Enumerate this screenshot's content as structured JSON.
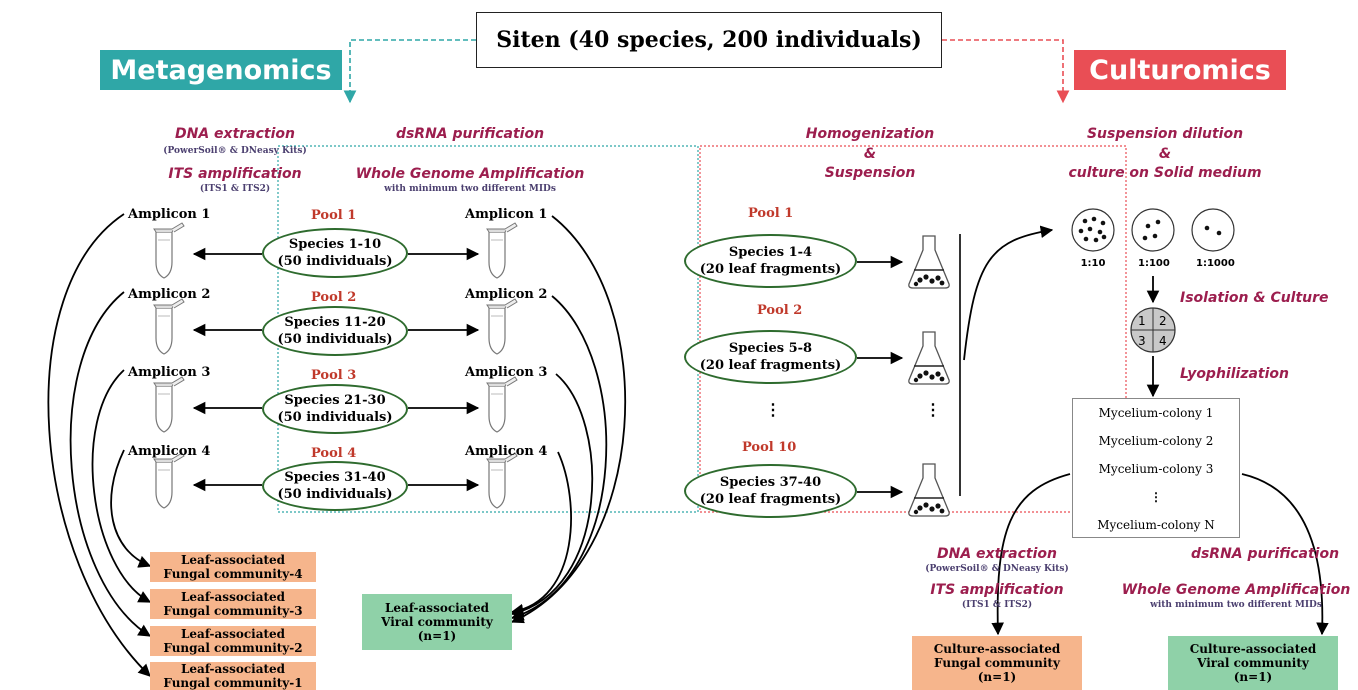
{
  "header": {
    "title": "Siten (40 species, 200 individuals)"
  },
  "banners": {
    "metagenomics": "Metagenomics",
    "culturomics": "Culturomics"
  },
  "metagenomics": {
    "dna_extraction": "DNA extraction",
    "dna_kits": "(PowerSoil® & DNeasy Kits)",
    "its_amplification": "ITS amplification",
    "its_regions": "(ITS1 & ITS2)",
    "dsrna_purification": "dsRNA purification",
    "wga": "Whole Genome Amplification",
    "wga_sub": "with minimum two different MIDs",
    "left_amplicons": [
      "Amplicon 1",
      "Amplicon 2",
      "Amplicon 3",
      "Amplicon 4"
    ],
    "right_amplicons": [
      "Amplicon 1",
      "Amplicon 2",
      "Amplicon 3",
      "Amplicon 4"
    ],
    "pools": [
      {
        "label": "Pool 1",
        "species": "Species 1-10",
        "count": "(50 individuals)"
      },
      {
        "label": "Pool 2",
        "species": "Species 11-20",
        "count": "(50 individuals)"
      },
      {
        "label": "Pool 3",
        "species": "Species 21-30",
        "count": "(50 individuals)"
      },
      {
        "label": "Pool 4",
        "species": "Species 31-40",
        "count": "(50 individuals)"
      }
    ],
    "fungal_communities": [
      {
        "l1": "Leaf-associated",
        "l2": "Fungal community-4"
      },
      {
        "l1": "Leaf-associated",
        "l2": "Fungal community-3"
      },
      {
        "l1": "Leaf-associated",
        "l2": "Fungal community-2"
      },
      {
        "l1": "Leaf-associated",
        "l2": "Fungal community-1"
      }
    ],
    "viral_community": {
      "l1": "Leaf-associated",
      "l2": "Viral community",
      "l3": "(n=1)"
    }
  },
  "culturomics": {
    "homogenization": "Homogenization",
    "amp": "&",
    "suspension": "Suspension",
    "suspension_dilution": "Suspension dilution",
    "culture_solid": "culture on Solid medium",
    "pools": [
      {
        "label": "Pool 1",
        "species": "Species 1-4",
        "count": "(20 leaf fragments)"
      },
      {
        "label": "Pool 2",
        "species": "Species 5-8",
        "count": "(20 leaf fragments)"
      },
      {
        "label": "Pool 10",
        "species": "Species 37-40",
        "count": "(20 leaf fragments)"
      }
    ],
    "ellipsis": "⋮",
    "dilutions": [
      "1:10",
      "1:100",
      "1:1000"
    ],
    "isolation": "Isolation & Culture",
    "quadrants": [
      "1",
      "2",
      "3",
      "4"
    ],
    "lyophilization": "Lyophilization",
    "colonies": [
      "Mycelium-colony 1",
      "Mycelium-colony 2",
      "Mycelium-colony 3",
      "⋮",
      "Mycelium-colony N"
    ],
    "dna_extraction": "DNA extraction",
    "dna_kits": "(PowerSoil® & DNeasy Kits)",
    "its_amplification": "ITS amplification",
    "its_regions": "(ITS1 & ITS2)",
    "dsrna_purification": "dsRNA purification",
    "wga": "Whole Genome Amplification",
    "wga_sub": "with minimum two different MIDs",
    "fungal_community": {
      "l1": "Culture-associated",
      "l2": "Fungal community",
      "l3": "(n=1)"
    },
    "viral_community": {
      "l1": "Culture-associated",
      "l2": "Viral community",
      "l3": "(n=1)"
    }
  },
  "colors": {
    "teal": "#2FA7A7",
    "red": "#E94E55",
    "step": "#9C1E4E",
    "pool": "#C0392B",
    "ellipse": "#2E6B2E",
    "orange": "#F6B58C",
    "green": "#8FD1A8"
  }
}
